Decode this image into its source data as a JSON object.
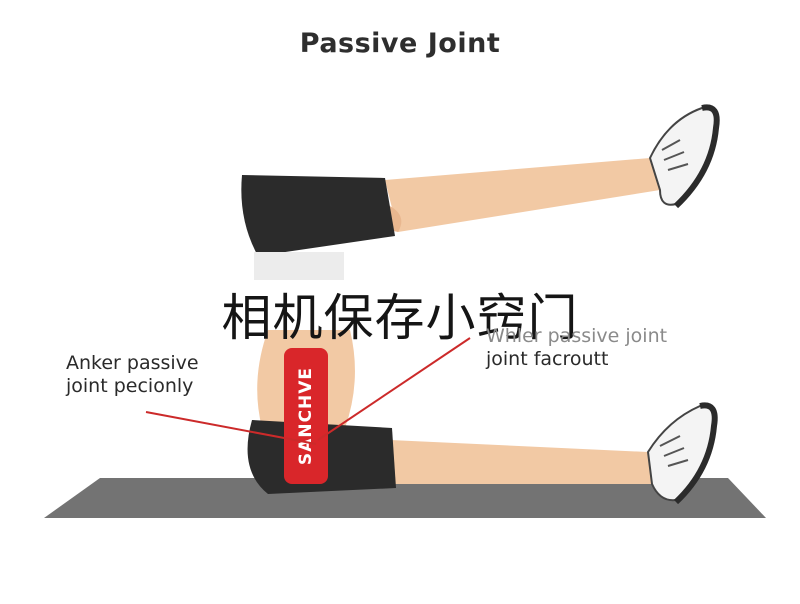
{
  "title": "Passive Joint",
  "overlay_text": "相机保存小窍门",
  "labels": {
    "left_line1": "Anker passive",
    "left_line2": "joint pecionly",
    "right_line1": "Whler passive joint",
    "right_line2": "joint facroutt"
  },
  "badge_text": "SANCHVE",
  "colors": {
    "shorts": "#2b2b2b",
    "skin": "#f2c9a4",
    "mat": "#737373",
    "badge": "#d9262a",
    "leader_line": "#cc2a2a"
  }
}
